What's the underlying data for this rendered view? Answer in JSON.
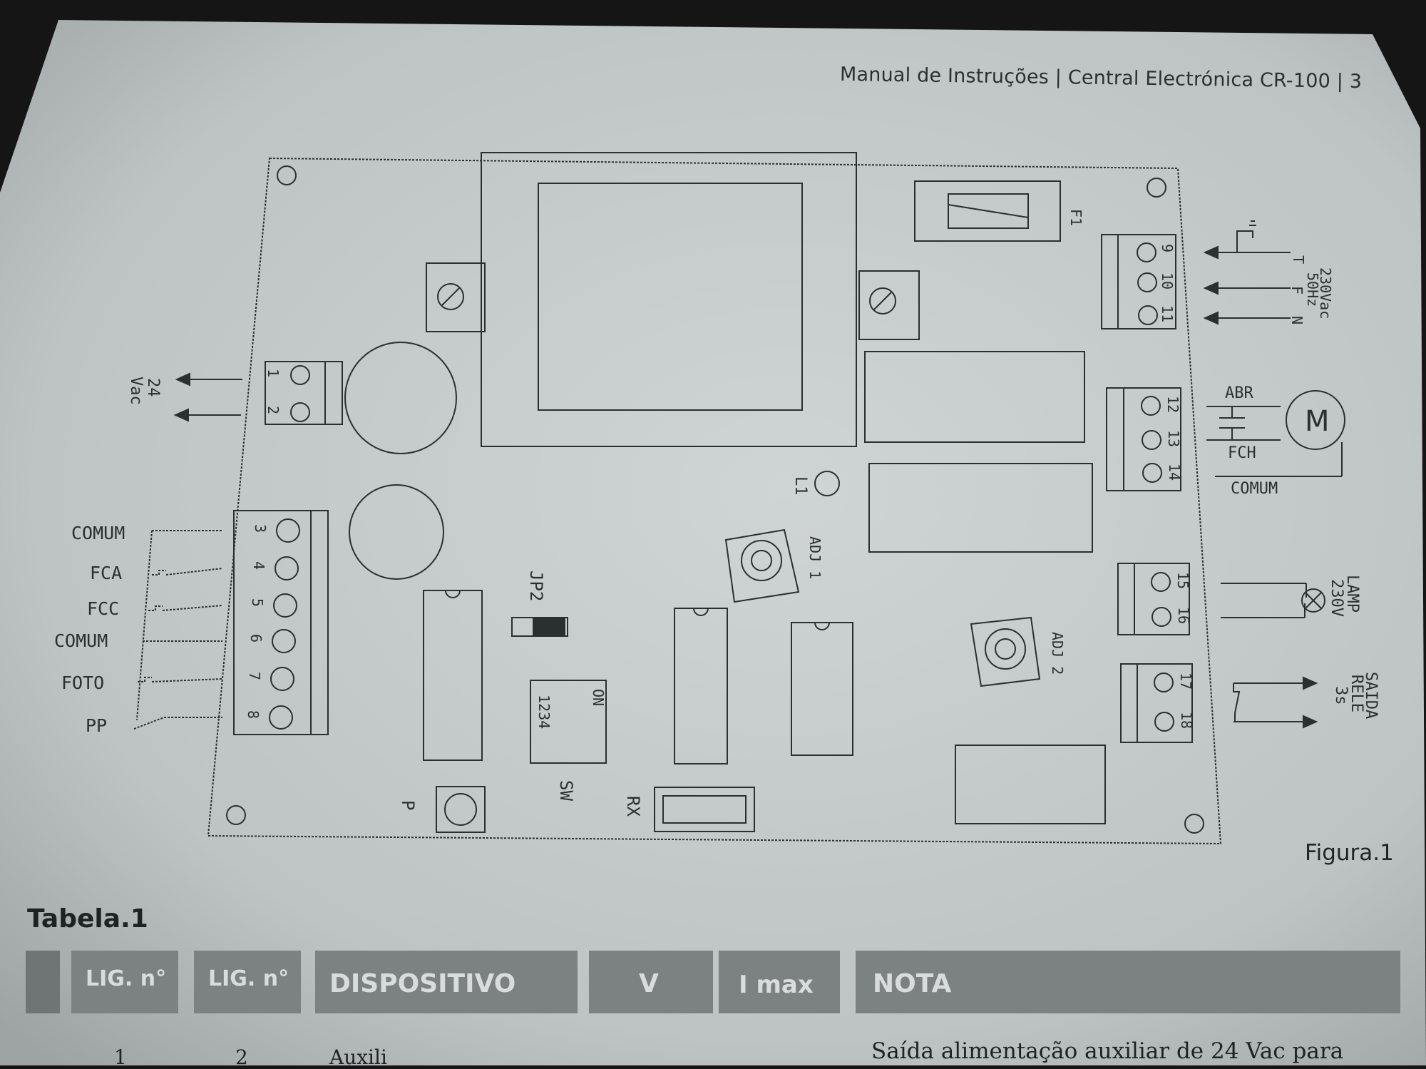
{
  "header": {
    "text": "Manual de Instruções | Central Electrónica CR-100 | 3"
  },
  "figure": {
    "caption": "Figura.1",
    "left_terminals": [
      "1",
      "2",
      "3",
      "4",
      "5",
      "6",
      "7",
      "8"
    ],
    "left_labels": [
      "COMUM",
      "FCA",
      "FCC",
      "COMUM",
      "FOTO",
      "PP"
    ],
    "supply_24": "24",
    "supply_24_unit": "Vac",
    "right_terminals": [
      "9",
      "10",
      "11",
      "12",
      "13",
      "14",
      "15",
      "16",
      "17",
      "18"
    ],
    "mains_labels": [
      "T",
      "F",
      "N"
    ],
    "mains_rating": "230Vac",
    "mains_freq": "50Hz",
    "fuse": "F1",
    "motor_abr": "ABR",
    "motor_fch": "FCH",
    "motor_comum": "COMUM",
    "motor_symbol": "M",
    "lamp_label": "LAMP",
    "lamp_voltage": "230V",
    "relay_out": "SAIDA",
    "relay_word": "RELE",
    "relay_time": "3s",
    "led": "L1",
    "adj1": "ADJ 1",
    "adj2": "ADJ 2",
    "jumper": "JP2",
    "dip_on": "ON",
    "dip_numbers": "1234",
    "sw": "SW",
    "button": "P",
    "rx": "RX"
  },
  "table": {
    "title": "Tabela.1",
    "headers": [
      "LIG. n°",
      "LIG. n°",
      "DISPOSITIVO",
      "V",
      "I max",
      "NOTA"
    ],
    "first_row": {
      "lig1": "1",
      "lig2": "2",
      "device": "Auxili",
      "note": "Saída alimentação auxiliar de 24 Vac para"
    }
  },
  "colors": {
    "paper": "#c5cbcb",
    "ink": "#2a2f30",
    "header_cell": "#7c8282"
  }
}
